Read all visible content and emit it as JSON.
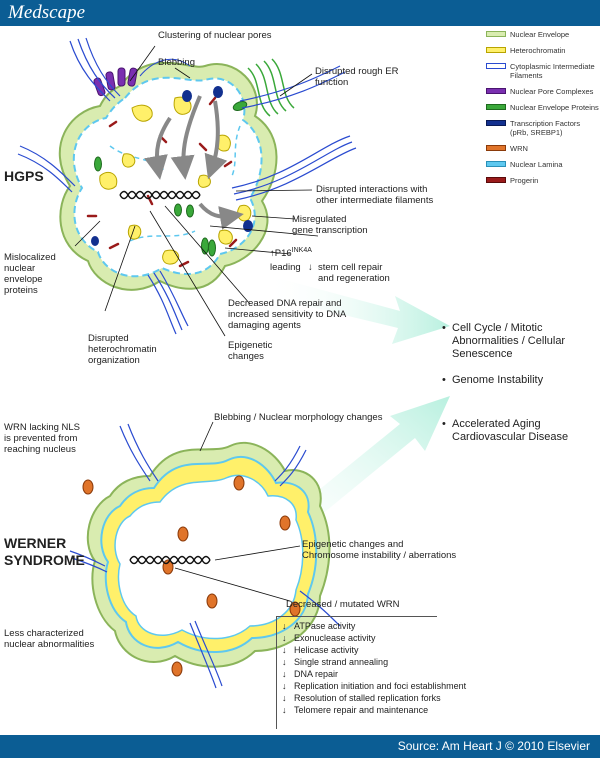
{
  "brand": "Medscape",
  "source": "Source: Am Heart J © 2010 Elsevier",
  "legend": [
    {
      "label": "Nuclear Envelope",
      "color": "#d9ecb0",
      "border": "#8bb45a"
    },
    {
      "label": "Heterochromatin",
      "color": "#fff06a",
      "border": "#b8a400"
    },
    {
      "label": "Cytoplasmic Intermediate Filaments",
      "color": "#ffffff",
      "border": "#2a4bd0"
    },
    {
      "label": "Nuclear Pore Complexes",
      "color": "#7a2fb0",
      "border": "#4a1470"
    },
    {
      "label": "Nuclear Envelope Proteins",
      "color": "#3aa83a",
      "border": "#1e6a1e"
    },
    {
      "label": "Transcription Factors (pRb, SREBP1)",
      "color": "#12308f",
      "border": "#0a1a55"
    },
    {
      "label": "WRN",
      "color": "#e0742a",
      "border": "#8a3a0a"
    },
    {
      "label": "Nuclear Lamina",
      "color": "#5ec8ef",
      "border": "#2a90b8"
    },
    {
      "label": "Progerin",
      "color": "#9a1a1a",
      "border": "#5a0a0a"
    }
  ],
  "hgps": {
    "title": "HGPS",
    "labels": {
      "pores": "Clustering of nuclear pores",
      "blebbing": "Blebbing",
      "er": "Disrupted rough ER\nfunction",
      "interactions": "Disrupted interactions with\nother intermediate filaments",
      "transcription": "Misregulated\ngene transcription",
      "p16_a": "P16",
      "p16_sup": "INK4A",
      "p16_b": "leading",
      "p16_c": "stem cell repair\nand regeneration",
      "dna": "Decreased DNA repair and\nincreased sensitivity to DNA\ndamaging agents",
      "epigenetic": "Epigenetic\nchanges",
      "heterochromatin": "Disrupted\nheterochromatin\norganization",
      "mislocalized": "Mislocalized\nnuclear\nenvelope\nproteins"
    }
  },
  "outcomes": [
    "Cell Cycle / Mitotic Abnormalities / Cellular Senescence",
    "Genome Instability",
    "Accelerated Aging Cardiovascular Disease"
  ],
  "werner": {
    "title": "WERNER\nSYNDROME",
    "labels": {
      "nls": "WRN lacking NLS\nis prevented from\nreaching nucleus",
      "blebbing": "Blebbing / Nuclear morphology changes",
      "epigenetic": "Epigenetic changes and\nChromosome instability / aberrations",
      "mutated": "Decreased / mutated WRN",
      "less": "Less characterized\nnuclear abnormalities"
    },
    "effects": [
      "ATPase activity",
      "Exonuclease activity",
      "Helicase activity",
      "Single strand annealing",
      "DNA repair",
      "Replication initiation and foci establishment",
      "Resolution of stalled replication forks",
      "Telomere repair and maintenance"
    ]
  }
}
